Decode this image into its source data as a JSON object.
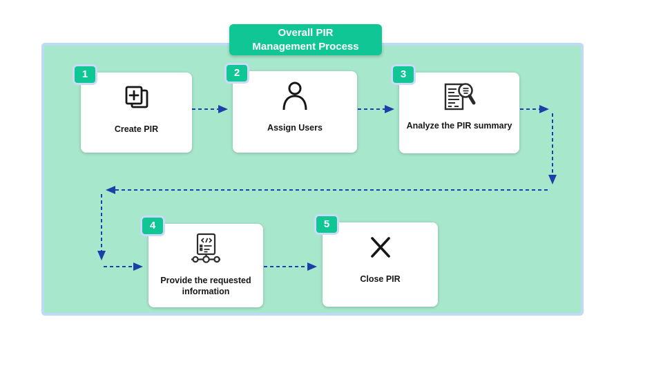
{
  "title_badge": {
    "line1": "Overall PIR",
    "line2": "Management Process"
  },
  "steps": [
    {
      "number": "1",
      "label": "Create PIR",
      "icon": "add-document-icon"
    },
    {
      "number": "2",
      "label": "Assign Users",
      "icon": "user-icon"
    },
    {
      "number": "3",
      "label": "Analyze the PIR summary",
      "icon": "document-search-icon"
    },
    {
      "number": "4",
      "label": "Provide the requested information",
      "icon": "code-document-network-icon"
    },
    {
      "number": "5",
      "label": "Close PIR",
      "icon": "close-x-icon"
    }
  ],
  "flow": {
    "order": [
      "Create PIR",
      "Assign Users",
      "Analyze the PIR summary",
      "Provide the requested information",
      "Close PIR"
    ],
    "connector_style": "dashed-arrow"
  },
  "colors": {
    "accent_green": "#10c694",
    "panel_fill": "#a7e7cc",
    "panel_border": "#bedaf7",
    "badge_border": "#cbdaf8",
    "arrow_blue": "#1c3faa",
    "card_bg": "#ffffff",
    "text_dark": "#161616"
  }
}
